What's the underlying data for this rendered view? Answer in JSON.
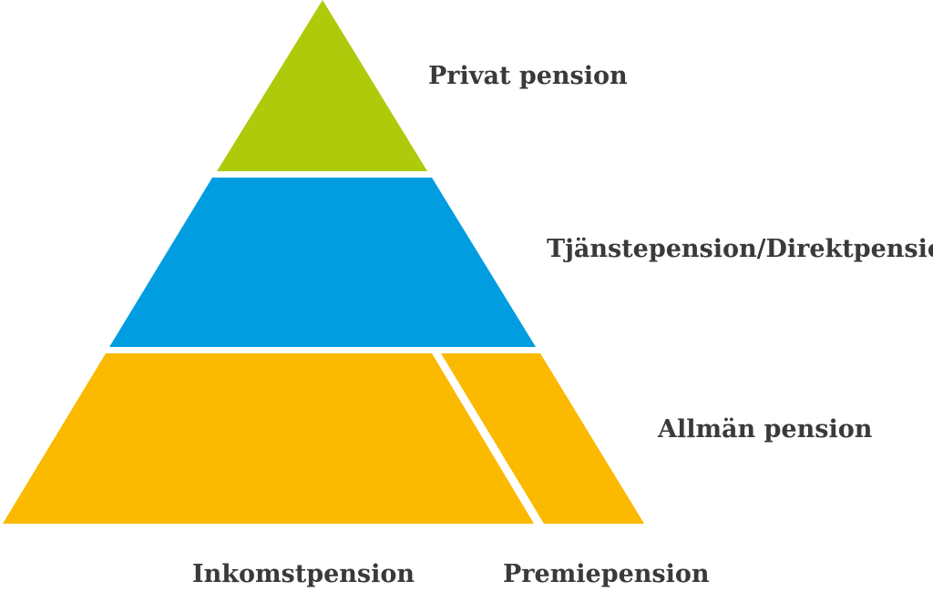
{
  "pyramid": {
    "levels": [
      {
        "id": "top",
        "label": "Privat pension",
        "color": "#afca0b"
      },
      {
        "id": "middle",
        "label": "Tjänstepension/Direktpension",
        "color": "#009ee0"
      },
      {
        "id": "bottom",
        "label": "Allmän pension",
        "color": "#fbb900"
      }
    ],
    "bottom_parts": [
      {
        "id": "income",
        "label": "Inkomstpension"
      },
      {
        "id": "premium",
        "label": "Premiepension"
      }
    ]
  }
}
